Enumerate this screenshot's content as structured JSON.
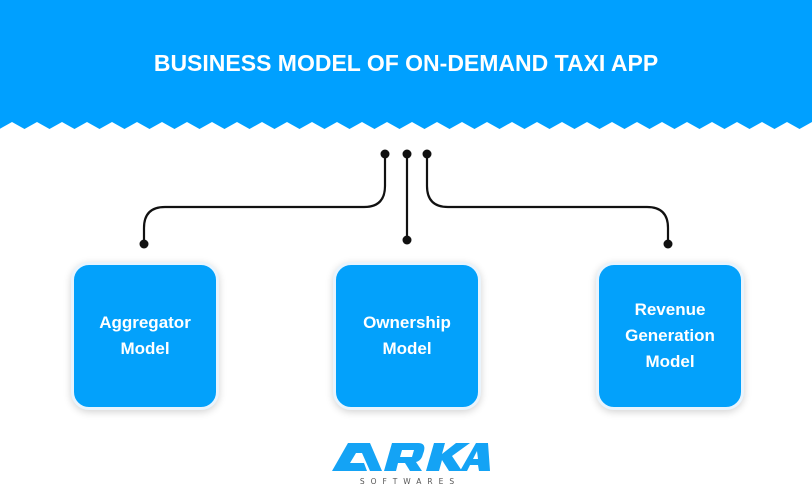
{
  "title": "BUSINESS MODEL OF ON-DEMAND TAXI APP",
  "models": [
    {
      "label": "Aggregator\nModel"
    },
    {
      "label": "Ownership\nModel"
    },
    {
      "label": "Revenue\nGeneration\nModel"
    }
  ],
  "logo": {
    "name": "ARKA",
    "tagline": "SOFTWARES"
  },
  "colors": {
    "primary": "#00a0ff",
    "line": "#111111"
  }
}
